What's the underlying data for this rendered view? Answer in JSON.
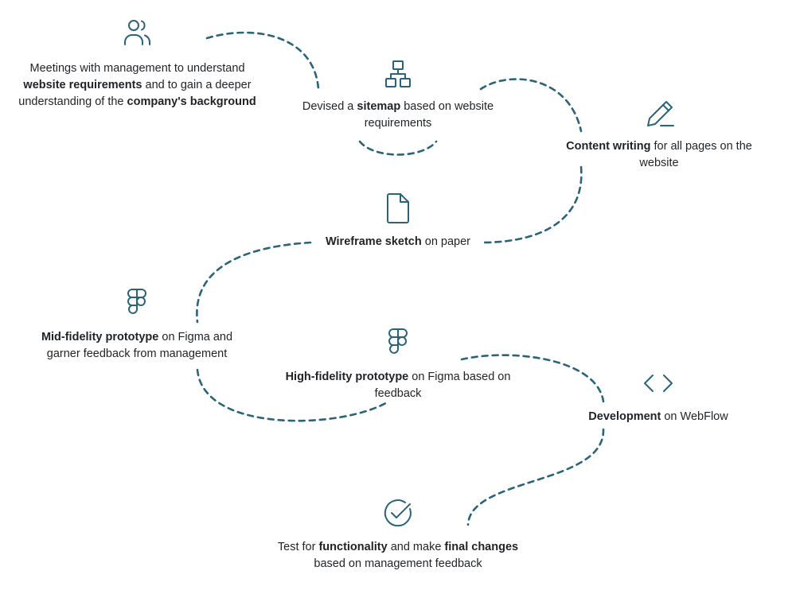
{
  "steps": [
    {
      "icon": "users-icon",
      "parts": [
        {
          "t": "Meetings with management to understand ",
          "b": false
        },
        {
          "t": "website requirements",
          "b": true
        },
        {
          "t": " and to gain a deeper understanding of the ",
          "b": false
        },
        {
          "t": "company's background",
          "b": true
        }
      ]
    },
    {
      "icon": "sitemap-icon",
      "parts": [
        {
          "t": "Devised a ",
          "b": false
        },
        {
          "t": "sitemap",
          "b": true
        },
        {
          "t": " based on website requirements",
          "b": false
        }
      ]
    },
    {
      "icon": "pencil-icon",
      "parts": [
        {
          "t": "Content writing",
          "b": true
        },
        {
          "t": " for all pages on the website",
          "b": false
        }
      ]
    },
    {
      "icon": "document-icon",
      "parts": [
        {
          "t": "Wireframe sketch",
          "b": true
        },
        {
          "t": " on paper",
          "b": false
        }
      ]
    },
    {
      "icon": "figma-icon",
      "parts": [
        {
          "t": "Mid-fidelity prototype",
          "b": true
        },
        {
          "t": " on Figma and garner feedback from management",
          "b": false
        }
      ]
    },
    {
      "icon": "figma-icon",
      "parts": [
        {
          "t": "High-fidelity prototype",
          "b": true
        },
        {
          "t": " on Figma based on feedback",
          "b": false
        }
      ]
    },
    {
      "icon": "code-icon",
      "parts": [
        {
          "t": "Development",
          "b": true
        },
        {
          "t": " on WebFlow",
          "b": false
        }
      ]
    },
    {
      "icon": "check-circle-icon",
      "parts": [
        {
          "t": "Test for ",
          "b": false
        },
        {
          "t": "functionality",
          "b": true
        },
        {
          "t": " and make ",
          "b": false
        },
        {
          "t": "final changes",
          "b": true
        },
        {
          "t": " based on management feedback",
          "b": false
        }
      ]
    }
  ],
  "colors": {
    "accent": "#2a6478",
    "text": "#1f2326",
    "background": "#ffffff"
  }
}
